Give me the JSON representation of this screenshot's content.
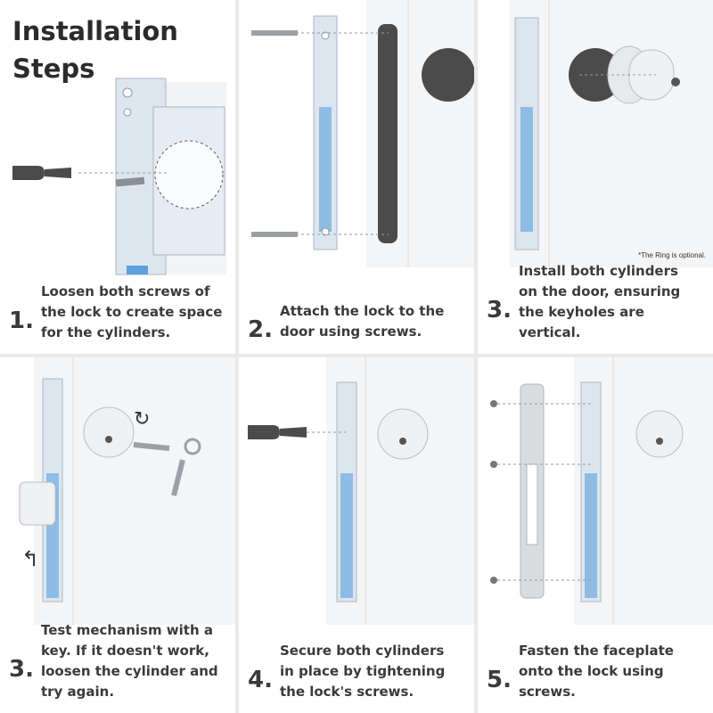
{
  "title": "Installation Steps",
  "note": "*The Ring is optional.",
  "steps": [
    {
      "number": "1.",
      "text": "Loosen both screws of the lock to create space for the cylinders."
    },
    {
      "number": "2.",
      "text": "Attach the lock to the door using screws."
    },
    {
      "number": "3.",
      "text": "Install both cylinders on the door, ensuring the keyholes are vertical."
    },
    {
      "number": "3.",
      "text": "Test mechanism with a key. If it doesn't work, loosen the cylinder and try again."
    },
    {
      "number": "4.",
      "text": "Secure both cylinders in place by tightening the lock's screws."
    },
    {
      "number": "5.",
      "text": "Fasten the faceplate onto the lock using screws."
    }
  ],
  "colors": {
    "background": "#e9e9e9",
    "panel": "#ffffff",
    "text": "#3a3a3a",
    "door": "#f4f5f6",
    "metal": "#dfe7f0",
    "accent": "#5aa0dc",
    "dark": "#4b4b4b"
  }
}
